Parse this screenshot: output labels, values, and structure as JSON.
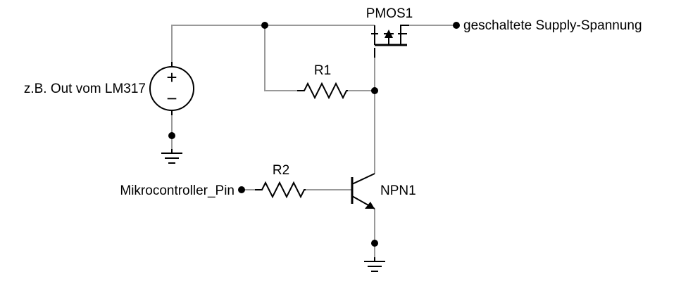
{
  "labels": {
    "source": "z.B. Out vom LM317",
    "pmos": "PMOS1",
    "output": "geschaltete Supply-Spannung",
    "r1": "R1",
    "r2": "R2",
    "npn": "NPN1",
    "mcu_pin": "Mikrocontroller_Pin",
    "plus": "+",
    "minus": "−"
  },
  "colors": {
    "wire": "#999999",
    "component": "#000000",
    "background": "#ffffff"
  },
  "icons": {
    "voltage_source": "dc-voltage-source-icon",
    "pmos": "pmos-transistor-icon",
    "npn": "npn-transistor-icon",
    "resistor": "resistor-icon",
    "ground": "ground-icon"
  }
}
